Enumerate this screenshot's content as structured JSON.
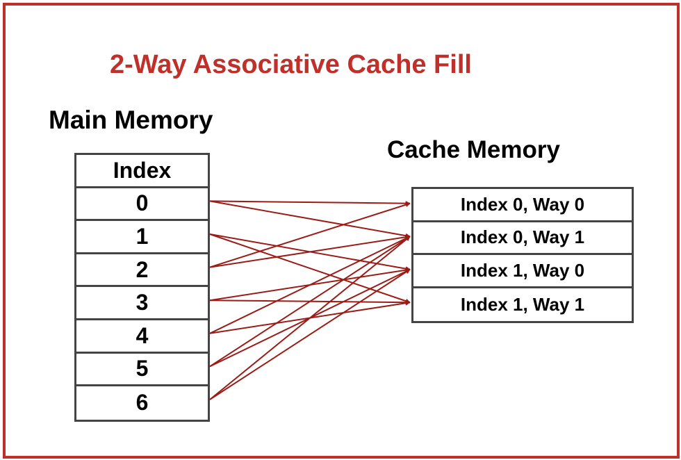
{
  "diagram": {
    "title": "2-Way Associative Cache Fill",
    "main_memory": {
      "heading": "Main Memory",
      "header": "Index",
      "rows": [
        "0",
        "1",
        "2",
        "3",
        "4",
        "5",
        "6"
      ]
    },
    "cache_memory": {
      "heading": "Cache Memory",
      "rows": [
        "Index 0, Way 0",
        "Index 0, Way 1",
        "Index 1, Way 0",
        "Index 1, Way 1"
      ]
    },
    "mappings": [
      {
        "from": "0",
        "to": [
          "Index 0, Way 0",
          "Index 0, Way 1"
        ]
      },
      {
        "from": "1",
        "to": [
          "Index 1, Way 0",
          "Index 1, Way 1"
        ]
      },
      {
        "from": "2",
        "to": [
          "Index 0, Way 0",
          "Index 0, Way 1"
        ]
      },
      {
        "from": "3",
        "to": [
          "Index 1, Way 0",
          "Index 1, Way 1"
        ]
      },
      {
        "from": "4",
        "to": [
          "Index 0, Way 1",
          "Index 1, Way 1"
        ]
      },
      {
        "from": "5",
        "to": [
          "Index 0, Way 1",
          "Index 1, Way 0"
        ]
      },
      {
        "from": "6",
        "to": [
          "Index 0, Way 1",
          "Index 1, Way 0"
        ]
      }
    ],
    "colors": {
      "accent": "#c0302a",
      "arrow": "#9b1c16",
      "table_border": "#444444",
      "text": "#000000"
    }
  }
}
